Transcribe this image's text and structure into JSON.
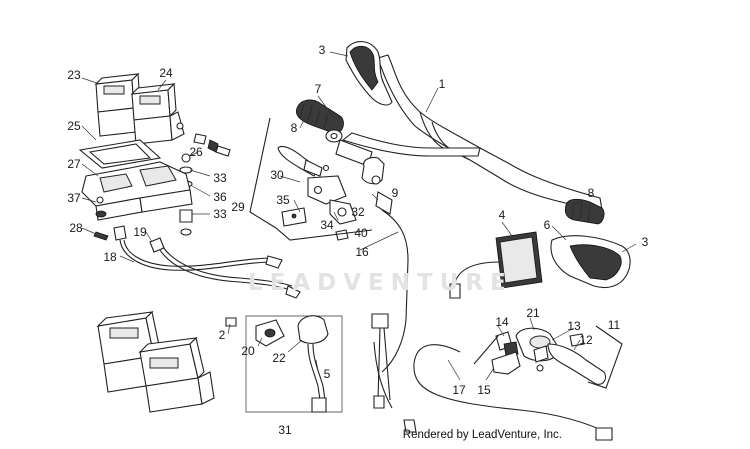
{
  "watermark": "LEADVENTURE",
  "credit": "Rendered by LeadVenture, Inc.",
  "callouts": [
    {
      "id": "c1",
      "text": "1"
    },
    {
      "id": "c2",
      "text": "2"
    },
    {
      "id": "c3a",
      "text": "3"
    },
    {
      "id": "c3b",
      "text": "3"
    },
    {
      "id": "c4",
      "text": "4"
    },
    {
      "id": "c5",
      "text": "5"
    },
    {
      "id": "c6",
      "text": "6"
    },
    {
      "id": "c7",
      "text": "7"
    },
    {
      "id": "c8a",
      "text": "8"
    },
    {
      "id": "c8b",
      "text": "8"
    },
    {
      "id": "c9",
      "text": "9"
    },
    {
      "id": "c11",
      "text": "11"
    },
    {
      "id": "c12",
      "text": "12"
    },
    {
      "id": "c13",
      "text": "13"
    },
    {
      "id": "c14",
      "text": "14"
    },
    {
      "id": "c15",
      "text": "15"
    },
    {
      "id": "c16",
      "text": "16"
    },
    {
      "id": "c17",
      "text": "17"
    },
    {
      "id": "c18",
      "text": "18"
    },
    {
      "id": "c19",
      "text": "19"
    },
    {
      "id": "c20",
      "text": "20"
    },
    {
      "id": "c21",
      "text": "21"
    },
    {
      "id": "c22",
      "text": "22"
    },
    {
      "id": "c23",
      "text": "23"
    },
    {
      "id": "c24",
      "text": "24"
    },
    {
      "id": "c25",
      "text": "25"
    },
    {
      "id": "c26",
      "text": "26"
    },
    {
      "id": "c27",
      "text": "27"
    },
    {
      "id": "c28",
      "text": "28"
    },
    {
      "id": "c29",
      "text": "29"
    },
    {
      "id": "c30",
      "text": "30"
    },
    {
      "id": "c31",
      "text": "31"
    },
    {
      "id": "c32",
      "text": "32"
    },
    {
      "id": "c33a",
      "text": "33"
    },
    {
      "id": "c33b",
      "text": "33"
    },
    {
      "id": "c34",
      "text": "34"
    },
    {
      "id": "c35",
      "text": "35"
    },
    {
      "id": "c36",
      "text": "36"
    },
    {
      "id": "c37",
      "text": "37"
    },
    {
      "id": "c40",
      "text": "40"
    }
  ]
}
